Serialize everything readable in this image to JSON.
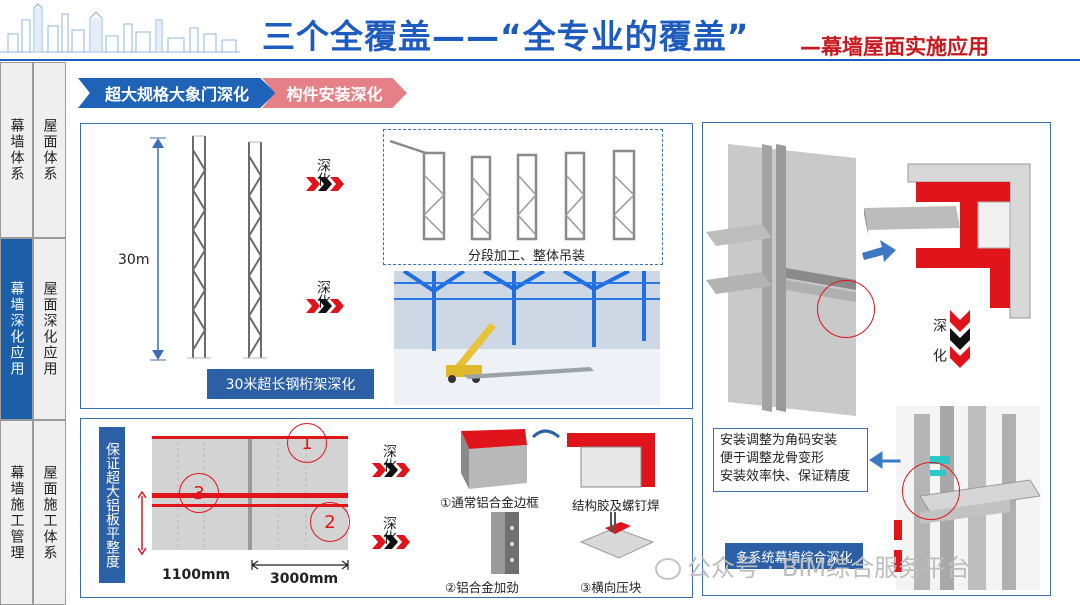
{
  "header": {
    "title": "三个全覆盖——“全专业的覆盖”",
    "subtitle": "—幕墙屋面实施应用"
  },
  "nav": {
    "col1": [
      "幕墙体系",
      "幕墙深化应用",
      "幕墙施工管理"
    ],
    "col2": [
      "屋面体系",
      "屋面深化应用",
      "屋面施工体系"
    ]
  },
  "tabs": [
    "超大规格大象门深化",
    "构件安装深化"
  ],
  "top_panel": {
    "dimension": "30m",
    "deep_label": "深化",
    "segment_caption": "分段加工、整体吊装",
    "truss_label": "30米超长钢桁架深化"
  },
  "bottom_panel": {
    "side_label": "保证超大铝板平整度",
    "circle_labels": [
      "1",
      "2",
      "3"
    ],
    "dim_left": "1100mm",
    "dim_right": "3000mm",
    "deep_label": "深化",
    "captions": [
      "①通常铝合金边框",
      "结构胶及螺钉焊",
      "②铝合金加劲",
      "③横向压块"
    ]
  },
  "right_panel": {
    "deep_label": "深化",
    "note_lines": [
      "安装调整为角码安装",
      "便于调整龙骨变形",
      "安装效率快、保证精度"
    ],
    "bottom_label": "多系统幕墙综合深化"
  },
  "watermark": "公众号 · BIM综合服务平台",
  "colors": {
    "brand_blue": "#1d5bbf",
    "accent_red": "#e0141b",
    "tab_pink": "#e58186"
  }
}
